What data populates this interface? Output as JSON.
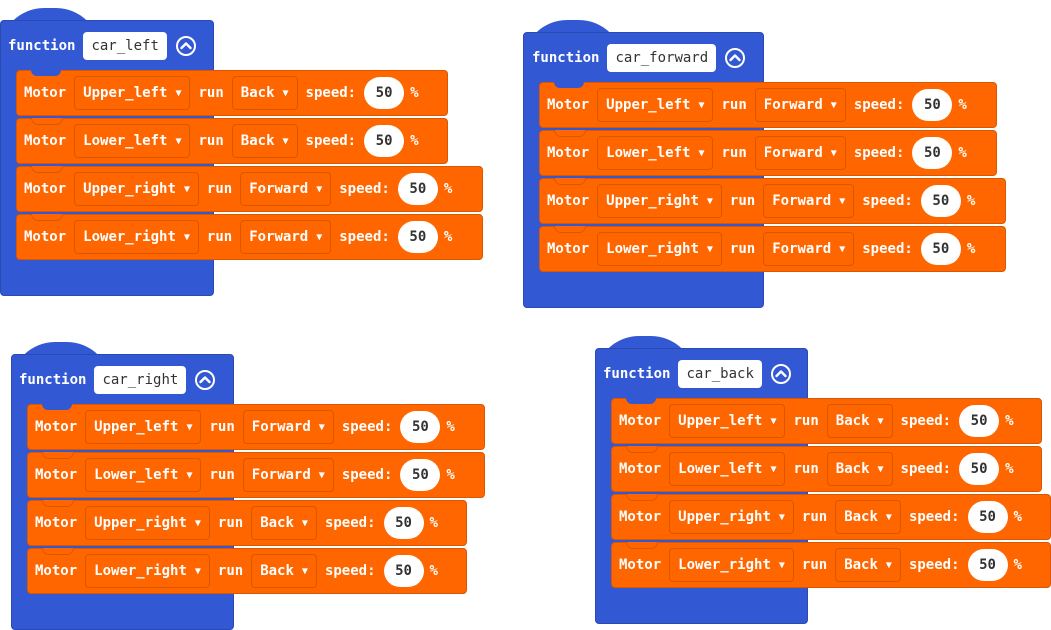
{
  "colors": {
    "function_block": "#3358d4",
    "motor_block": "#ff6600",
    "text": "#ffffff"
  },
  "icons": {
    "collapse": "chevron-up-circle-icon",
    "dropdown": "triangle-down-icon"
  },
  "functions": [
    {
      "keyword": "function",
      "name": "car_left",
      "rows": [
        {
          "motor_label": "Motor",
          "motor": "Upper_left",
          "run_label": "run",
          "direction": "Back",
          "speed_label": "speed:",
          "speed": "50",
          "unit": "%"
        },
        {
          "motor_label": "Motor",
          "motor": "Lower_left",
          "run_label": "run",
          "direction": "Back",
          "speed_label": "speed:",
          "speed": "50",
          "unit": "%"
        },
        {
          "motor_label": "Motor",
          "motor": "Upper_right",
          "run_label": "run",
          "direction": "Forward",
          "speed_label": "speed:",
          "speed": "50",
          "unit": "%"
        },
        {
          "motor_label": "Motor",
          "motor": "Lower_right",
          "run_label": "run",
          "direction": "Forward",
          "speed_label": "speed:",
          "speed": "50",
          "unit": "%"
        }
      ]
    },
    {
      "keyword": "function",
      "name": "car_forward",
      "rows": [
        {
          "motor_label": "Motor",
          "motor": "Upper_left",
          "run_label": "run",
          "direction": "Forward",
          "speed_label": "speed:",
          "speed": "50",
          "unit": "%"
        },
        {
          "motor_label": "Motor",
          "motor": "Lower_left",
          "run_label": "run",
          "direction": "Forward",
          "speed_label": "speed:",
          "speed": "50",
          "unit": "%"
        },
        {
          "motor_label": "Motor",
          "motor": "Upper_right",
          "run_label": "run",
          "direction": "Forward",
          "speed_label": "speed:",
          "speed": "50",
          "unit": "%"
        },
        {
          "motor_label": "Motor",
          "motor": "Lower_right",
          "run_label": "run",
          "direction": "Forward",
          "speed_label": "speed:",
          "speed": "50",
          "unit": "%"
        }
      ]
    },
    {
      "keyword": "function",
      "name": "car_right",
      "rows": [
        {
          "motor_label": "Motor",
          "motor": "Upper_left",
          "run_label": "run",
          "direction": "Forward",
          "speed_label": "speed:",
          "speed": "50",
          "unit": "%"
        },
        {
          "motor_label": "Motor",
          "motor": "Lower_left",
          "run_label": "run",
          "direction": "Forward",
          "speed_label": "speed:",
          "speed": "50",
          "unit": "%"
        },
        {
          "motor_label": "Motor",
          "motor": "Upper_right",
          "run_label": "run",
          "direction": "Back",
          "speed_label": "speed:",
          "speed": "50",
          "unit": "%"
        },
        {
          "motor_label": "Motor",
          "motor": "Lower_right",
          "run_label": "run",
          "direction": "Back",
          "speed_label": "speed:",
          "speed": "50",
          "unit": "%"
        }
      ]
    },
    {
      "keyword": "function",
      "name": "car_back",
      "rows": [
        {
          "motor_label": "Motor",
          "motor": "Upper_left",
          "run_label": "run",
          "direction": "Back",
          "speed_label": "speed:",
          "speed": "50",
          "unit": "%"
        },
        {
          "motor_label": "Motor",
          "motor": "Lower_left",
          "run_label": "run",
          "direction": "Back",
          "speed_label": "speed:",
          "speed": "50",
          "unit": "%"
        },
        {
          "motor_label": "Motor",
          "motor": "Upper_right",
          "run_label": "run",
          "direction": "Back",
          "speed_label": "speed:",
          "speed": "50",
          "unit": "%"
        },
        {
          "motor_label": "Motor",
          "motor": "Lower_right",
          "run_label": "run",
          "direction": "Back",
          "speed_label": "speed:",
          "speed": "50",
          "unit": "%"
        }
      ]
    }
  ]
}
